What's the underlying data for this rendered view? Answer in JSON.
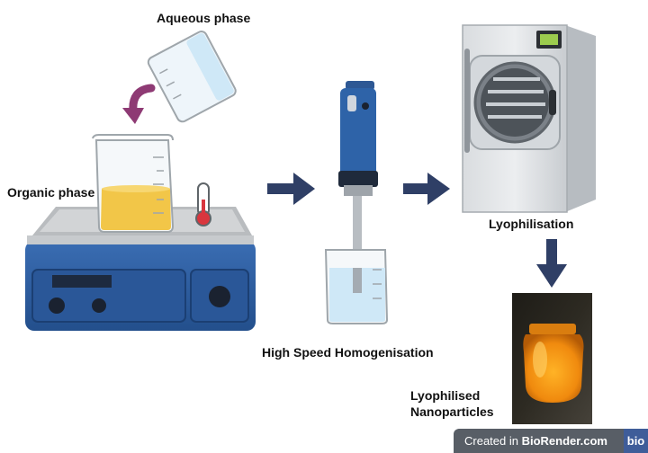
{
  "labels": {
    "aqueous_phase": "Aqueous phase",
    "organic_phase": "Organic phase",
    "homogenisation": "High Speed Homogenisation",
    "lyophilisation": "Lyophilisation",
    "nanoparticles_line1": "Lyophilised",
    "nanoparticles_line2": "Nanoparticles"
  },
  "badge": {
    "prefix": "Created in ",
    "brand": "BioRender.com",
    "logo": "bio"
  },
  "icons": {
    "flow_arrow": "right-arrow-icon",
    "pour_arrow": "curved-arrow-icon",
    "down_arrow": "down-arrow-icon",
    "thermometer": "thermometer-icon"
  },
  "colors": {
    "arrow": "#2f3f66",
    "pour_arrow": "#8e3a74",
    "hotplate_blue": "#2d5ea3",
    "organic_liquid": "#f1c33e",
    "aqueous_liquid": "#cfe8f7",
    "freeze_dryer": "#e4e6e8",
    "nanoparticle_orange": "#f59a15"
  }
}
